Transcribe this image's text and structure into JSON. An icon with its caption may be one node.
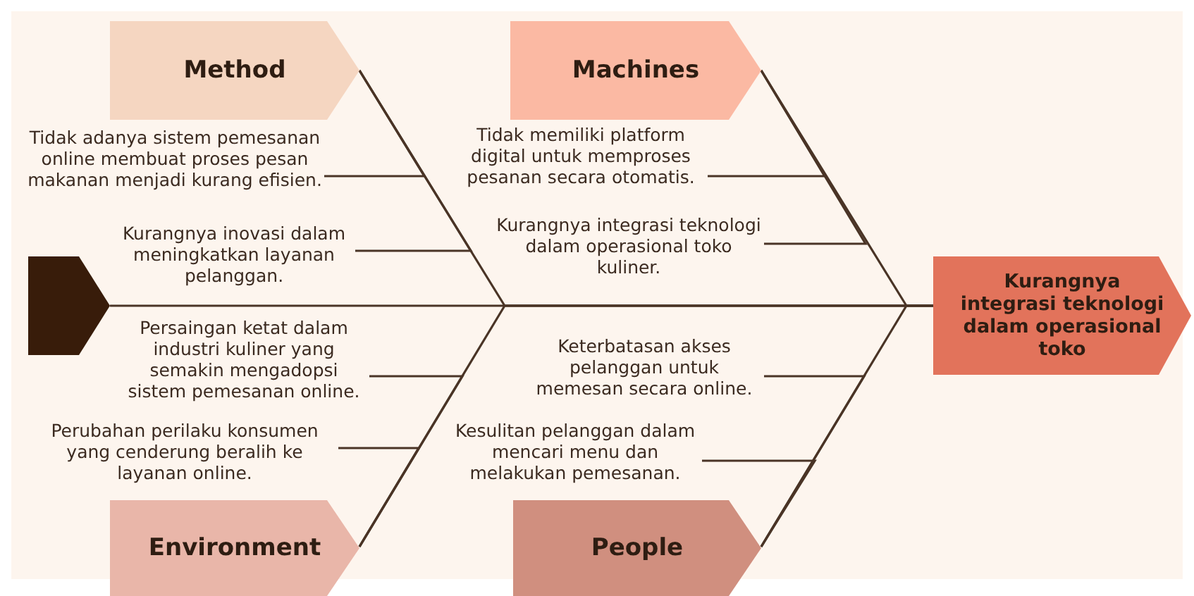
{
  "diagram": {
    "nodes": [
      {
        "text": [
          "Method"
        ]
      },
      {
        "text": [
          "Machines"
        ]
      },
      {
        "text": [
          "Tidak adanya sistem pemesanan online membuat proses pesan makanan menjadi kurang efisien."
        ]
      },
      {
        "text": [
          "Tidak memiliki platform digital untuk memproses pesanan secara otomatis."
        ]
      },
      {
        "text": [
          "Kurangnya inovasi dalam meningkatkan layanan pelanggan."
        ]
      },
      {
        "text": [
          "Kurangnya integrasi teknologi dalam operasional toko kuliner."
        ]
      },
      {
        "text": [],
        "shape": "box"
      },
      {
        "text": [
          "Kurangnya integrasi teknologi dalam operasional toko"
        ]
      },
      {
        "text": [
          "Persaingan ketat dalam industri kuliner yang semakin mengadopsi sistem pemesanan online."
        ]
      },
      {
        "text": [
          "Keterbatasan akses pelanggan untuk memesan secara online."
        ]
      },
      {
        "text": [
          "Perubahan perilaku konsumen yang cenderung beralih ke layanan online."
        ]
      },
      {
        "text": [
          "Kesulitan pelanggan dalam mencari menu dan melakukan pemesanan."
        ]
      },
      {
        "text": [
          "Environment"
        ]
      },
      {
        "text": [
          "People"
        ]
      }
    ],
    "edges": [
      {
        "from": 6,
        "to": 7,
        "arrow": "none"
      },
      {
        "from": 0,
        "to": 7,
        "arrow": "none"
      },
      {
        "from": 1,
        "to": 7,
        "arrow": "none"
      },
      {
        "from": 12,
        "to": 7,
        "arrow": "none"
      },
      {
        "from": 13,
        "to": 7,
        "arrow": "none"
      },
      {
        "from": 2,
        "to": 0,
        "arrow": "none"
      },
      {
        "from": 4,
        "to": 0,
        "arrow": "none"
      },
      {
        "from": 3,
        "to": 1,
        "arrow": "none"
      },
      {
        "from": 5,
        "to": 1,
        "arrow": "none"
      },
      {
        "from": 8,
        "to": 12,
        "arrow": "none"
      },
      {
        "from": 10,
        "to": 12,
        "arrow": "none"
      },
      {
        "from": 9,
        "to": 13,
        "arrow": "none"
      },
      {
        "from": 11,
        "to": 13,
        "arrow": "none"
      }
    ]
  }
}
